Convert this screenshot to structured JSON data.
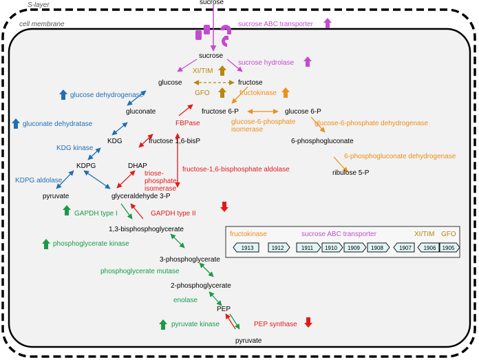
{
  "layers": {
    "s_layer": "S-layer",
    "cell_membrane": "cell membrane"
  },
  "metabolites": {
    "sucrose_ext": "sucrose",
    "sucrose": "sucrose",
    "glucose": "glucose",
    "fructose": "fructose",
    "gluconate": "gluconate",
    "fructose6p": "fructose 6-P",
    "glucose6p": "glucose 6-P",
    "kdg": "KDG",
    "f16bp": "fructose 1,6-bisP",
    "phosphogluconate6": "6-phosphogluconate",
    "kdpg": "KDPG",
    "dhap": "DHAP",
    "ribulose5p": "ribulose 5-P",
    "pyruvate1": "pyruvate",
    "g3p": "glyceraldehyde 3-P",
    "bpg13": "1,3-bisphosphoglycerate",
    "pg3": "3-phosphoglycerate",
    "pg2": "2-phosphoglycerate",
    "pep": "PEP",
    "pyruvate2": "pyruvate"
  },
  "enzymes": {
    "sucrose_abc": "sucrose ABC transporter",
    "sucrose_hydrolase": "sucrose hydrolase",
    "xi_tim": "XI/TIM",
    "gfo": "GFO",
    "fructokinase": "fructokinase",
    "glucose_dehydrogenase": "glucose dehydrogenase",
    "gluconate_dehydratase": "gluconate dehydratase",
    "fbpase": "FBPase",
    "g6p_isomerase": "glucose-6-phosphate isomerase",
    "g6p_dehydrogenase": "glucose-6-phosphate  dehydrogenase",
    "kdg_kinase": "KDG kinase",
    "pg6_dehydrogenase": "6-phosphogluconate  dehydrogenase",
    "kdpg_aldolase": "KDPG aldolase",
    "tpi": "triose-phosphate isomerase",
    "fba": "fructose-1,6-bisphosphate  aldolase",
    "gapdh1": "GAPDH type I",
    "gapdh2": "GAPDH type II",
    "pgk": "phosphoglycerate  kinase",
    "pgm": "phosphoglycerate  mutase",
    "enolase": "enolase",
    "pyk": "pyruvate  kinase",
    "pps": "PEP synthase"
  },
  "gene_cluster": {
    "labels": {
      "fructokinase": "fructokinase",
      "abc": "sucrose ABC transporter",
      "xitim": "XI/TIM",
      "gfo": "GFO"
    },
    "genes": [
      "1913",
      "1912",
      "1911",
      "1910",
      "1909",
      "1908",
      "1907",
      "1906",
      "1905"
    ]
  },
  "colors": {
    "blue": "#1f6fb4",
    "green": "#1a9a48",
    "red": "#e11b1b",
    "orange": "#ee8e1a",
    "magenta": "#c44bd0",
    "gold": "#b8860b",
    "cell_fill": "#f2f2f2"
  }
}
